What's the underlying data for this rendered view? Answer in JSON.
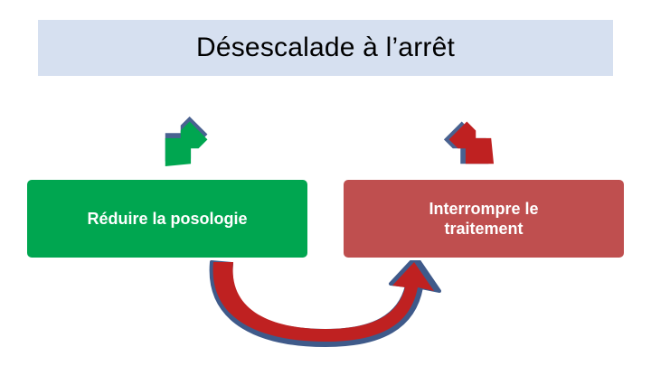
{
  "title": {
    "text": "Désescalade à l’arrêt",
    "banner_color": "#d6e0f0"
  },
  "boxes": [
    {
      "id": "reduce",
      "label": "Réduire la posologie",
      "color": "#00a650"
    },
    {
      "id": "stop",
      "label": "Interrompre le traitement",
      "line1": "Interrompre le",
      "line2": "traitement",
      "color": "#bf4f4f"
    }
  ],
  "arrows": [
    {
      "id": "green-down-left",
      "name": "green-down-left-arrow",
      "fill": "#00a650",
      "stroke": "#3f5a8a"
    },
    {
      "id": "red-down-right",
      "name": "red-down-right-arrow",
      "fill": "#bf2121",
      "stroke": "#3f5a8a"
    },
    {
      "id": "red-curved-up",
      "name": "red-curved-up-arrow",
      "fill": "#bf2121",
      "stroke": "#3f5a8a"
    }
  ]
}
